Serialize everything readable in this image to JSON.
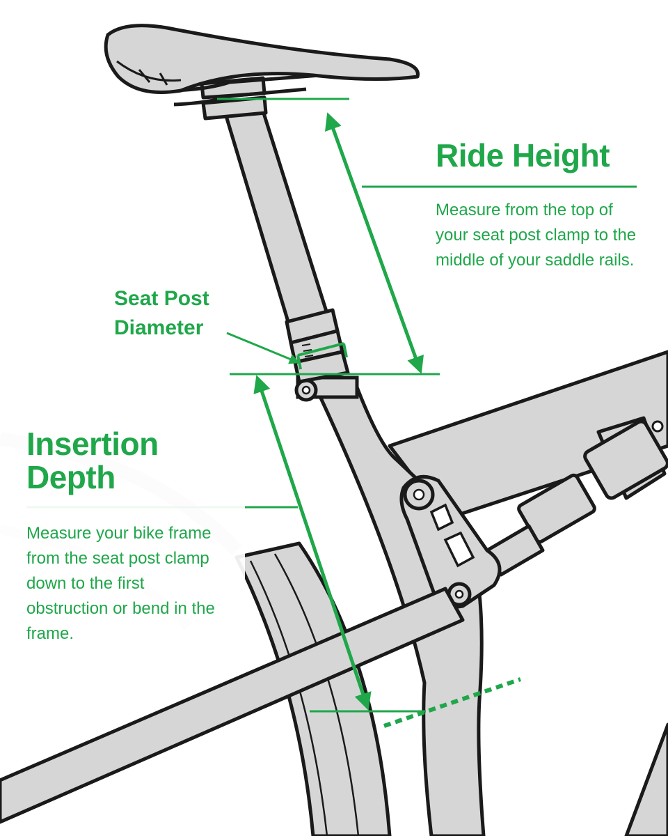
{
  "ride_height": {
    "title": "Ride Height",
    "description": "Measure from the top of your seat post clamp to the middle of your saddle rails."
  },
  "seat_post_diameter": {
    "title_line1": "Seat Post",
    "title_line2": "Diameter"
  },
  "insertion_depth": {
    "title_line1": "Insertion",
    "title_line2": "Depth",
    "description": "Measure your bike frame from the seat post clamp down to the first obstruction or bend in the frame."
  },
  "colors": {
    "accent": "#1fa74a",
    "frame_fill": "#d6d6d6",
    "outline": "#1a1a1a",
    "background": "#ffffff"
  }
}
